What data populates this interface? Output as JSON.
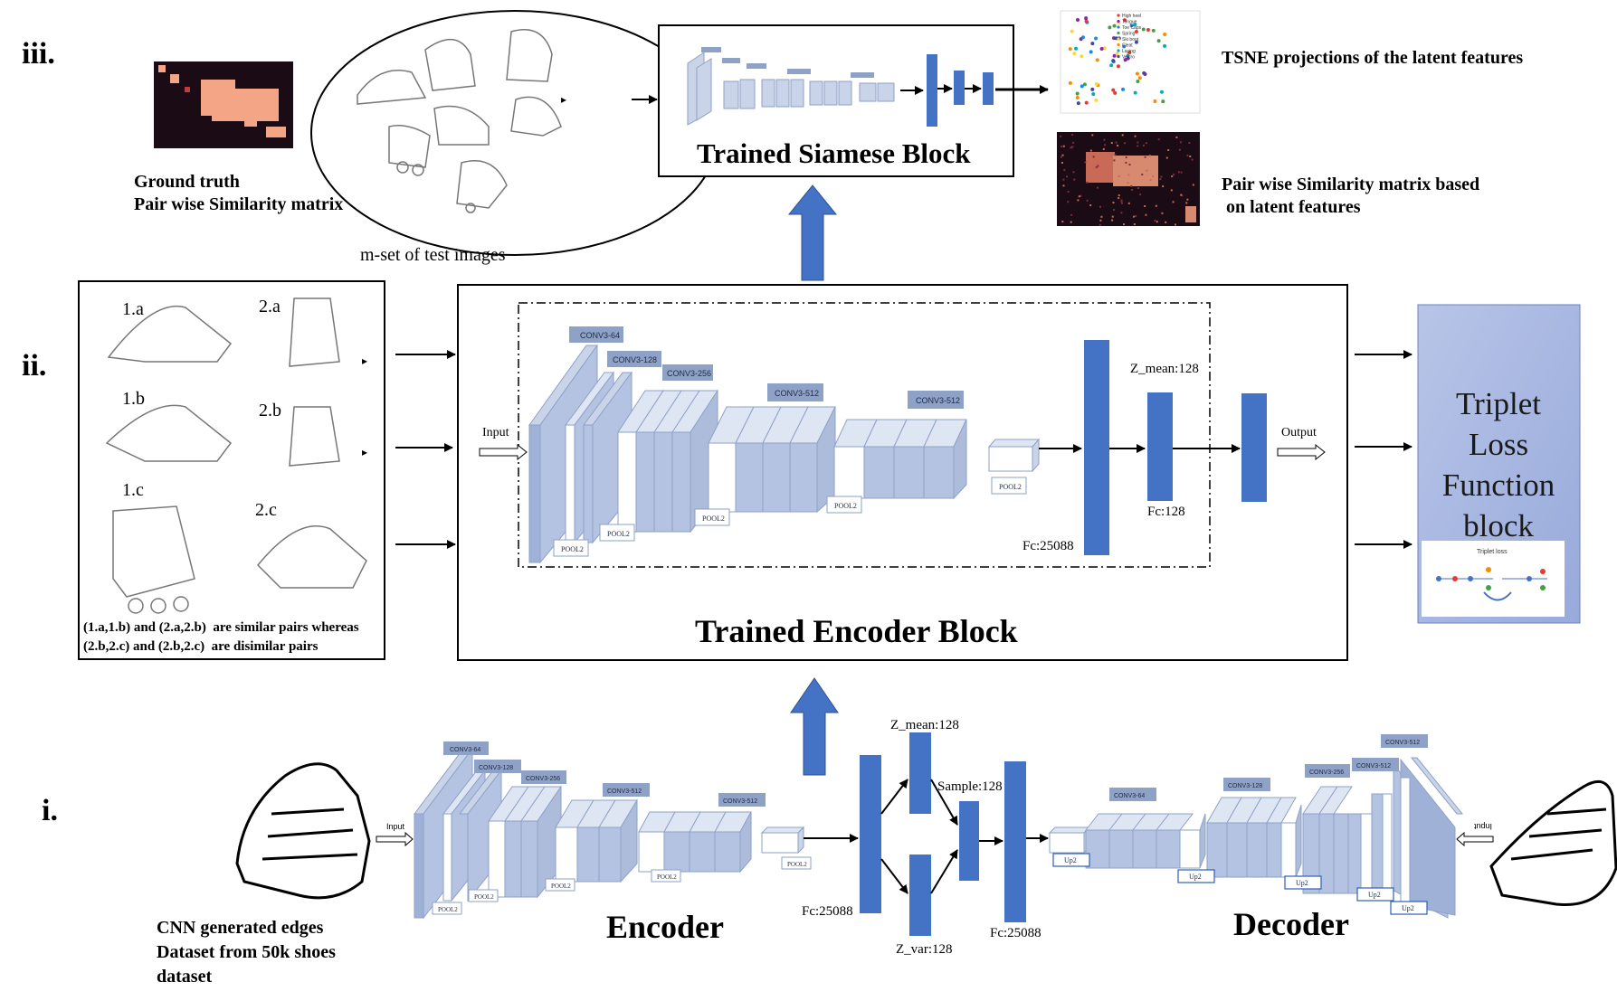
{
  "rows": {
    "iii": "iii.",
    "ii": "ii.",
    "i": "i."
  },
  "row3": {
    "ground_truth": [
      "Ground truth",
      "Pair wise Similarity matrix"
    ],
    "test_images_label": "m-set of test images",
    "siamese_title": "Trained Siamese Block",
    "tsne_label": "TSNE projections of the latent features",
    "similarity_label": [
      "Pair wise Similarity matrix based",
      " on latent features"
    ],
    "tsne_legend": [
      "High heel",
      "Tongue",
      "Toe Caps",
      "Spring",
      "Ski boot",
      "Cleat",
      "Lacing",
      "Velcro"
    ]
  },
  "row2": {
    "pair_labels": [
      "1.a",
      "2.a",
      "1.b",
      "2.b",
      "1.c",
      "2.c"
    ],
    "caption": [
      "(1.a,1.b) and (2.a,2.b)  are similar pairs whereas",
      "(2.b,2.c) and (2.b,2.c)  are disimilar pairs"
    ],
    "input": "Input",
    "output": "Output",
    "conv_labels": [
      "CONV3-64",
      "CONV3-128",
      "CONV3-256",
      "CONV3-512",
      "CONV3-512"
    ],
    "pool": "POOL2",
    "z_mean": "Z_mean:128",
    "fc_big": "Fc:25088",
    "fc_small": "Fc:128",
    "encoder_title": "Trained Encoder Block",
    "triplet": [
      "Triplet",
      "Loss",
      "Function",
      "block"
    ],
    "triplet_inset_title": "Triplet loss"
  },
  "row1": {
    "input": "Input",
    "output": "Input",
    "conv_labels": [
      "CONV3-64",
      "CONV3-128",
      "CONV3-256",
      "CONV3-512",
      "CONV3-512"
    ],
    "pool": "POOL2",
    "z_mean": "Z_mean:128",
    "z_var": "Z_var:128",
    "sample": "Sample:128",
    "fc_left": "Fc:25088",
    "fc_right": "Fc:25088",
    "dec_conv_labels": [
      "CONV3-64",
      "CONV3-128",
      "CONV3-256",
      "CONV3-512",
      "CONV3-512"
    ],
    "up": "Up2",
    "encoder": "Encoder",
    "decoder": "Decoder",
    "dataset": [
      "CNN generated edges",
      "Dataset from 50k shoes",
      "dataset"
    ]
  },
  "colors": {
    "block_blue": "#4472c4",
    "layer_light": "#c9d4e8",
    "label_box": "#8ea1c7",
    "triplet_bg": "#a9b9e1",
    "heat_dark": "#1a0b14",
    "heat_orange": "#f4a585"
  }
}
